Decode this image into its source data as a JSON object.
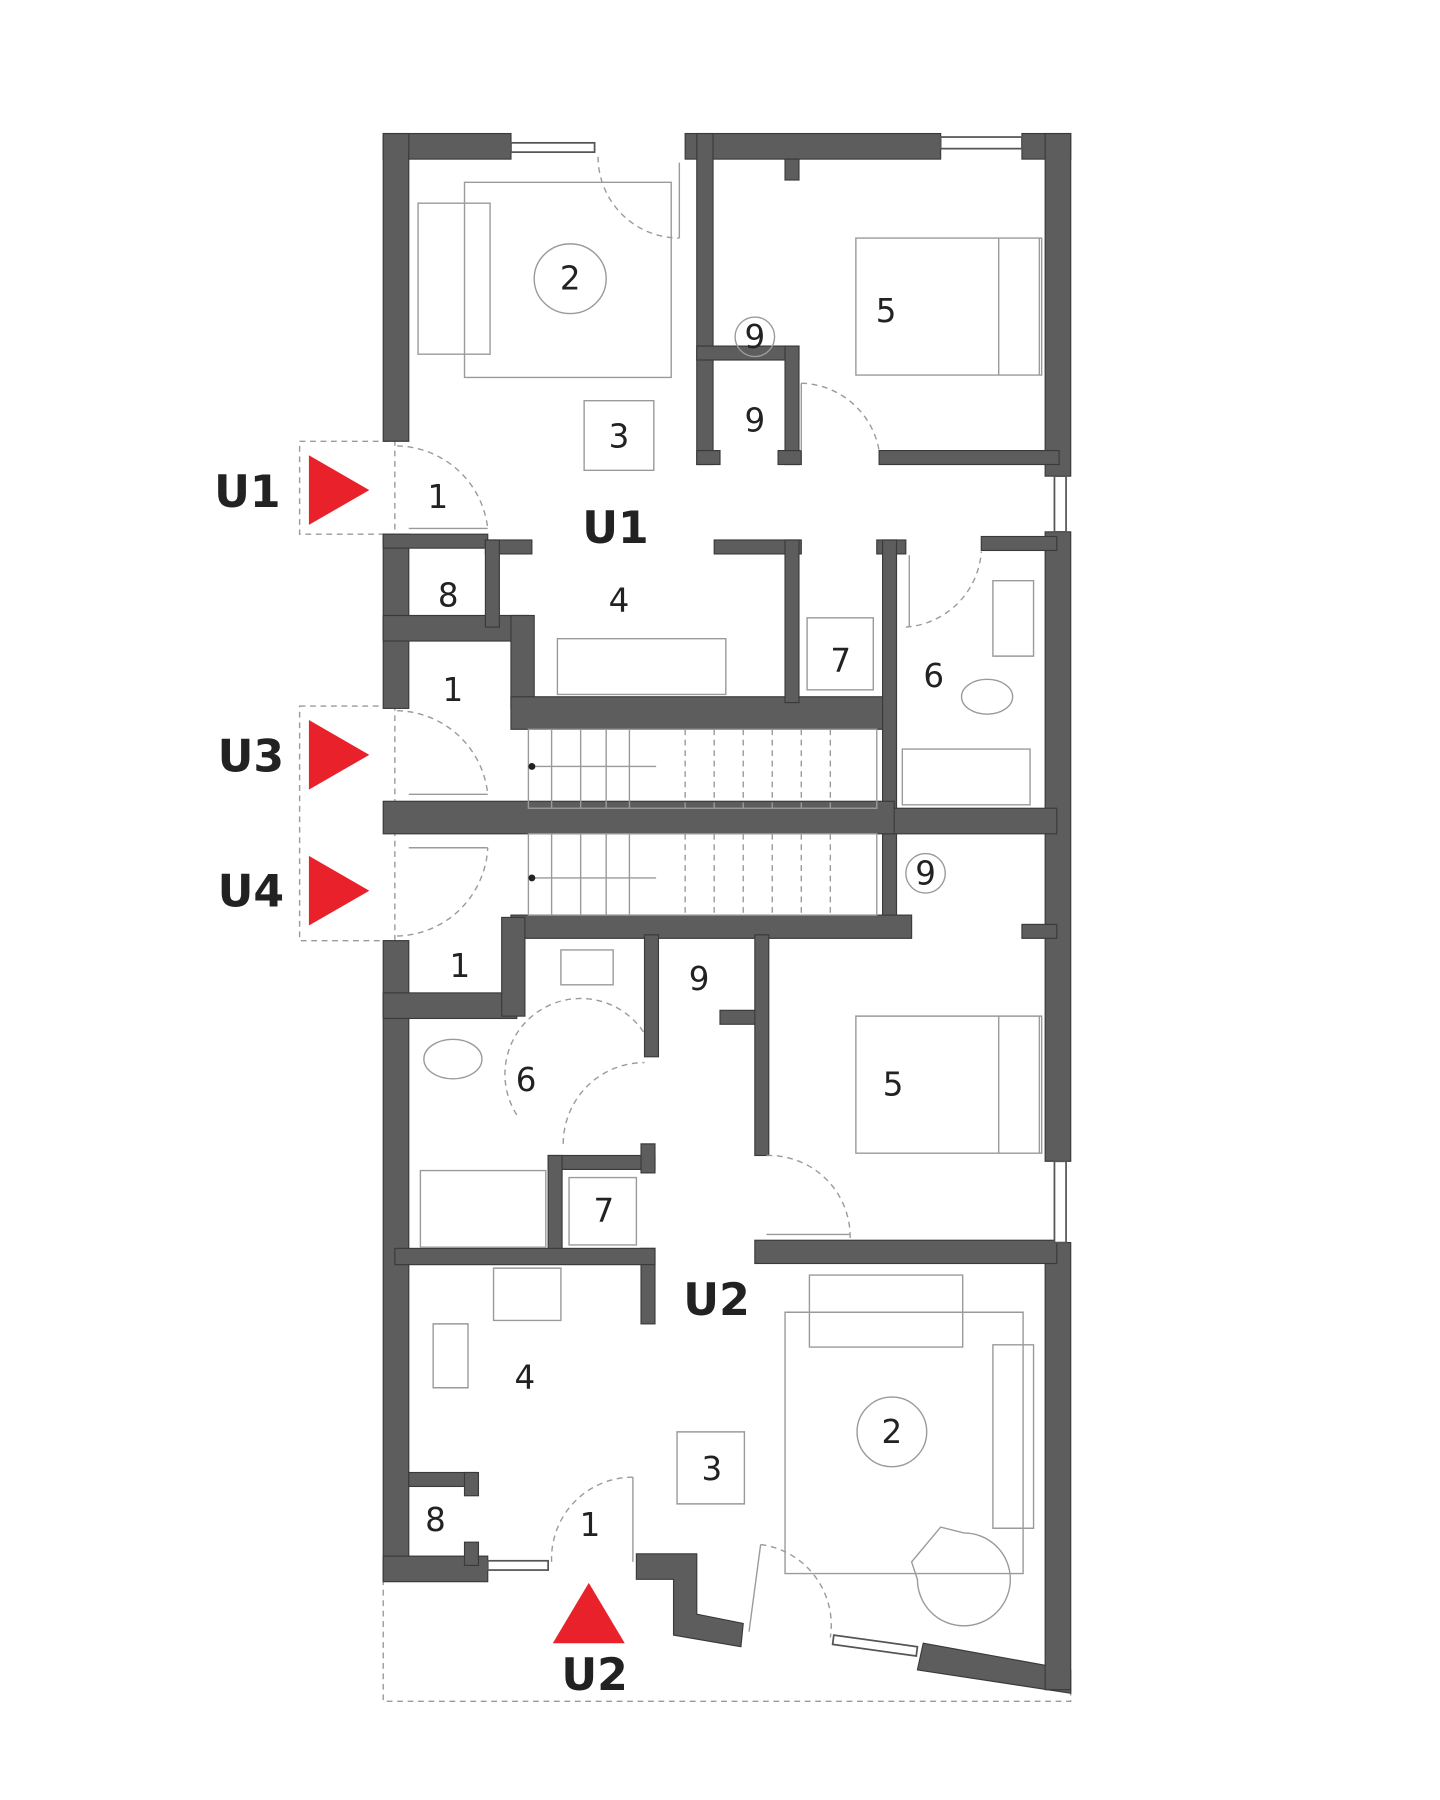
{
  "colors": {
    "wall": "#5d5d5d",
    "entry_arrow": "#e8212b"
  },
  "entrances": [
    {
      "label": "U1",
      "direction": "right"
    },
    {
      "label": "U3",
      "direction": "right"
    },
    {
      "label": "U4",
      "direction": "right"
    },
    {
      "label": "U2",
      "direction": "up"
    }
  ],
  "unit_labels": {
    "upper": "U1",
    "lower": "U2"
  },
  "rooms_upper": [
    "2",
    "3",
    "1",
    "4",
    "8",
    "9",
    "9",
    "5",
    "7",
    "6",
    "1"
  ],
  "rooms_lower": [
    "9",
    "1",
    "9",
    "6",
    "5",
    "7",
    "4",
    "2",
    "3",
    "8",
    "1"
  ]
}
